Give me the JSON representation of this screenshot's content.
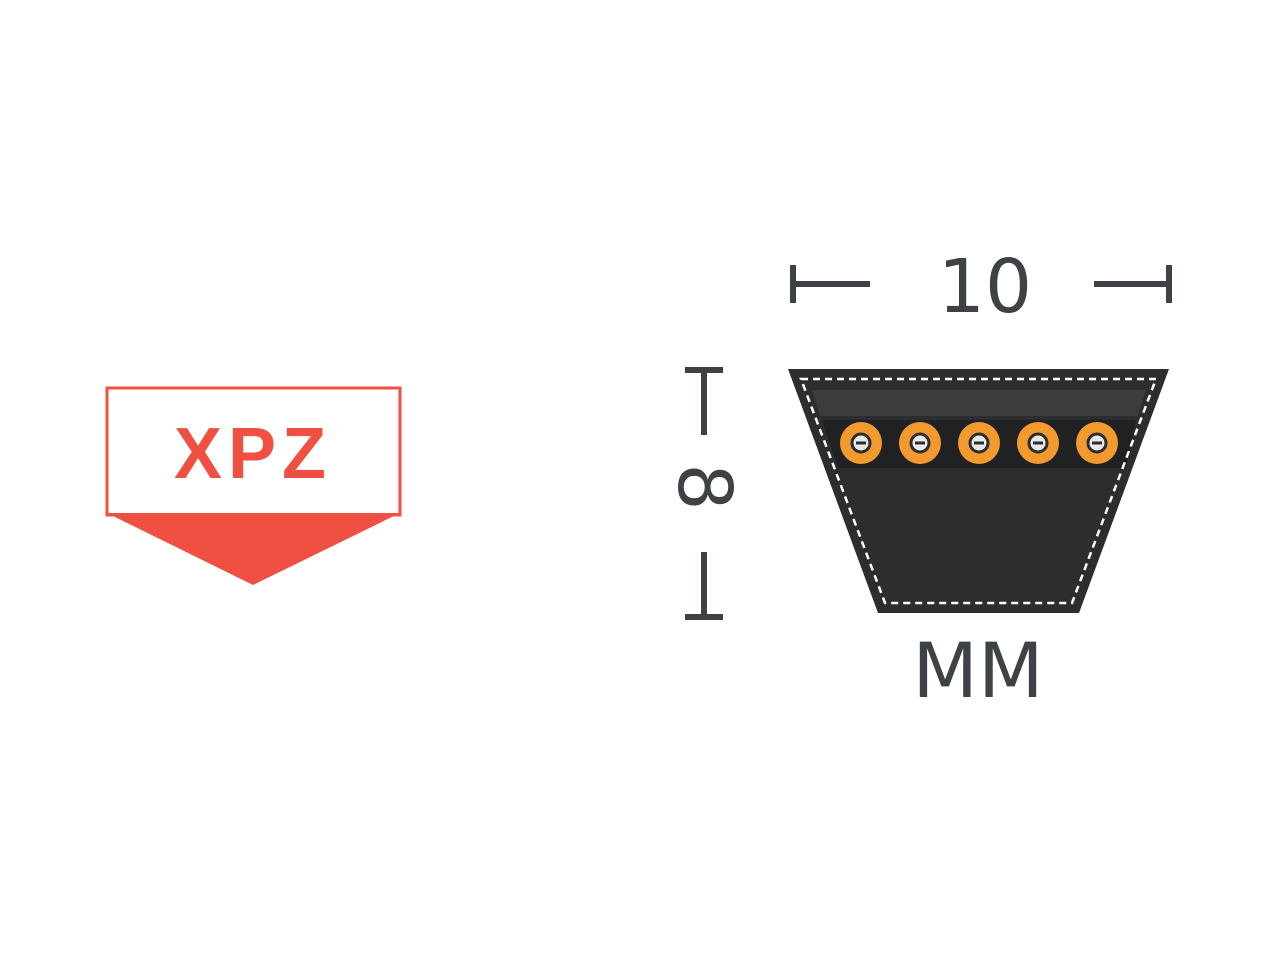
{
  "badge": {
    "label": "XPZ"
  },
  "belt": {
    "width_value": "10",
    "height_value": "8",
    "unit": "MM",
    "cord_count": 5
  },
  "colors": {
    "badge_red": "#ef5042",
    "belt_body": "#2b2d2f",
    "belt_band": "#3a3c3e",
    "cord_orange": "#f29a2e",
    "dimension_gray": "#3e4246",
    "stitch_white": "#ffffff"
  },
  "icons": {
    "cord": "cord-circle-icon",
    "dimension_arrow": "dimension-bar-icon"
  }
}
